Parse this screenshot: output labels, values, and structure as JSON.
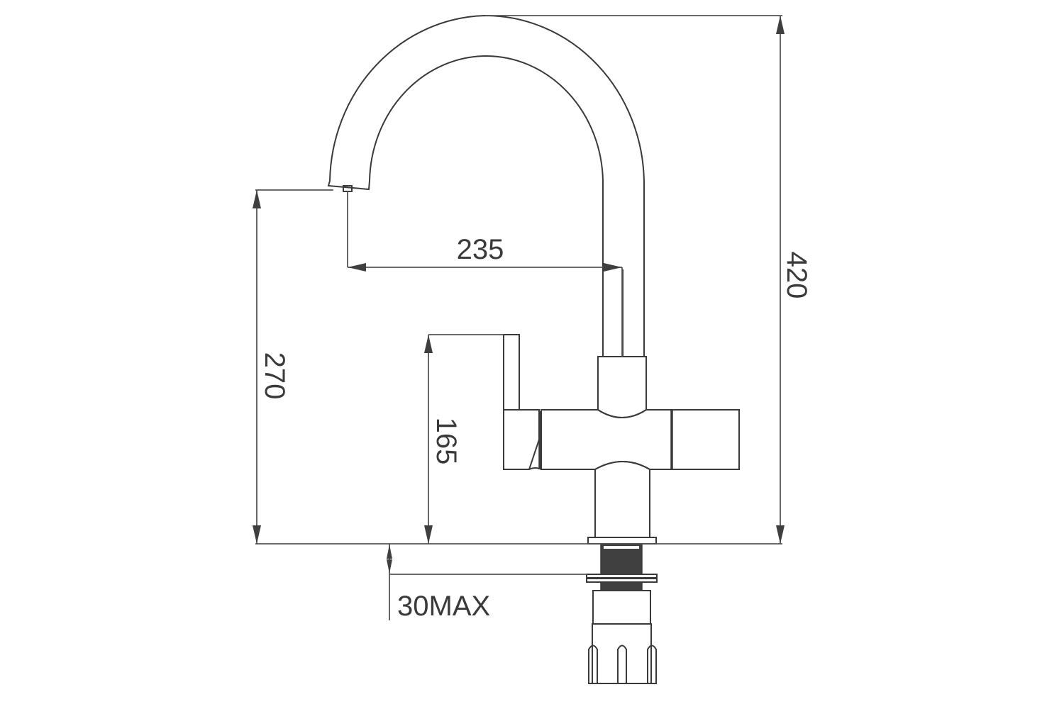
{
  "drawing": {
    "subject": "faucet side elevation",
    "line_color": "#3a3a3a",
    "background": "#ffffff"
  },
  "dimensions": {
    "total_height": {
      "value": "420",
      "orientation": "vertical"
    },
    "spout_height": {
      "value": "270",
      "orientation": "vertical"
    },
    "spout_reach": {
      "value": "235",
      "orientation": "horizontal"
    },
    "handle_height": {
      "value": "165",
      "orientation": "vertical"
    },
    "deck_thickness": {
      "value": "30MAX",
      "orientation": "vertical"
    }
  }
}
